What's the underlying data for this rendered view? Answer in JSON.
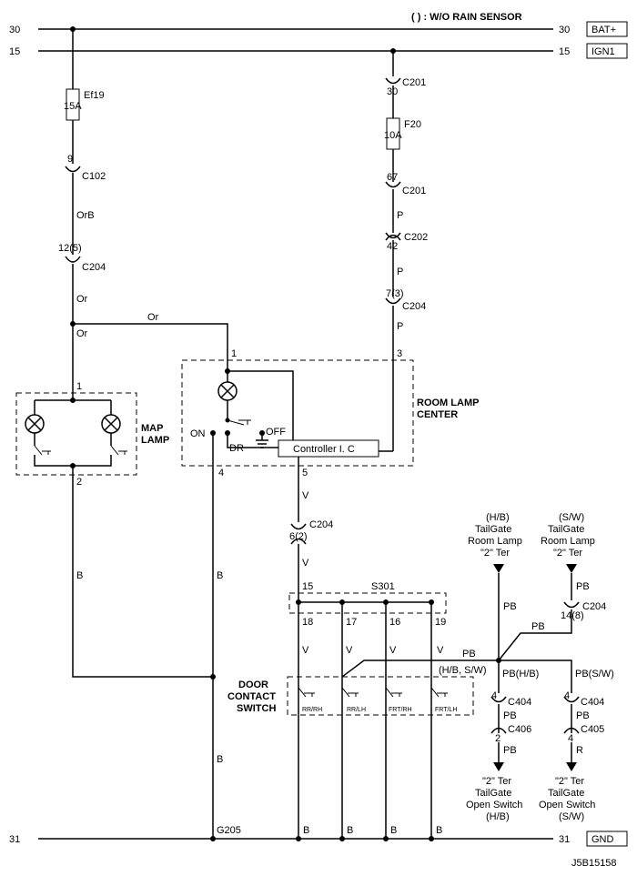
{
  "header_note": "( ) : W/O RAIN SENSOR",
  "rails": {
    "bat_num_left": "30",
    "bat_num_right": "30",
    "bat_label": "BAT+",
    "ign_num_left": "15",
    "ign_num_right": "15",
    "ign_label": "IGN1",
    "gnd_num_left": "31",
    "gnd_num_right": "31",
    "gnd_label": "GND"
  },
  "fuses": {
    "ef19_name": "Ef19",
    "ef19_rating": "15A",
    "f20_name": "F20",
    "f20_rating": "10A"
  },
  "connectors": {
    "c102_pin": "9",
    "c102": "C102",
    "c204a_pin": "12(5)",
    "c204a": "C204",
    "c201a_pin": "30",
    "c201a": "C201",
    "c201b_pin": "67",
    "c201b": "C201",
    "c202_pin": "42",
    "c202": "C202",
    "c204b_pin": "7(3)",
    "c204b": "C204",
    "c204c_pin": "6(2)",
    "c204c": "C204",
    "c204d_pin": "14(8)",
    "c204d": "C204",
    "c404a_pin": "4",
    "c404a": "C404",
    "c406_pin": "2",
    "c406": "C406",
    "c404b_pin": "4",
    "c404b": "C404",
    "c405_pin": "4",
    "c405": "C405"
  },
  "wires": {
    "orb": "OrB",
    "or1": "Or",
    "or2": "Or",
    "or3": "Or",
    "p1": "P",
    "p2": "P",
    "p3": "P",
    "v1": "V",
    "v2": "V",
    "v18": "V",
    "v17": "V",
    "v16": "V",
    "v19": "V",
    "b_map": "B",
    "b_on": "B",
    "b_g205": "B",
    "b18": "B",
    "b17": "B",
    "b16": "B",
    "b19": "B",
    "pb_top": "PB",
    "pb_hb_up": "PB",
    "pb_sw_up": "PB",
    "pb_mid": "PB",
    "pb_hb_spec": "PB(H/B)",
    "pb_sw_spec": "PB(S/W)",
    "hb_sw": "(H/B, S/W)",
    "pb_c404a": "PB",
    "pb_c406": "PB",
    "pb_c404b": "PB",
    "r_c405": "R"
  },
  "map_lamp": {
    "title_line1": "MAP",
    "title_line2": "LAMP",
    "pin_top": "1",
    "pin_bottom": "2"
  },
  "room_lamp": {
    "title_line1": "ROOM LAMP",
    "title_line2": "CENTER",
    "pin1": "1",
    "pin3": "3",
    "pin4": "4",
    "pin5": "5",
    "on": "ON",
    "off": "OFF",
    "dr": "DR",
    "controller": "Controller I. C"
  },
  "splice": {
    "name": "S301",
    "pin15": "15",
    "pin18": "18",
    "pin17": "17",
    "pin16": "16",
    "pin19": "19"
  },
  "door_switch": {
    "title_line1": "DOOR",
    "title_line2": "CONTACT",
    "title_line3": "SWITCH",
    "s1": "RR/RH",
    "s2": "RR/LH",
    "s3": "FRT/RH",
    "s4": "FRT/LH"
  },
  "tailgate_room_hb": {
    "l1": "(H/B)",
    "l2": "TailGate",
    "l3": "Room Lamp",
    "l4": "\"2\" Ter"
  },
  "tailgate_room_sw": {
    "l1": "(S/W)",
    "l2": "TailGate",
    "l3": "Room Lamp",
    "l4": "\"2\" Ter"
  },
  "tailgate_open_hb": {
    "l1": "\"2\" Ter",
    "l2": "TailGate",
    "l3": "Open Switch",
    "l4": "(H/B)"
  },
  "tailgate_open_sw": {
    "l1": "\"2\" Ter",
    "l2": "TailGate",
    "l3": "Open Switch",
    "l4": "(S/W)"
  },
  "ground": {
    "g205": "G205"
  },
  "diagram_id": "J5B15158"
}
